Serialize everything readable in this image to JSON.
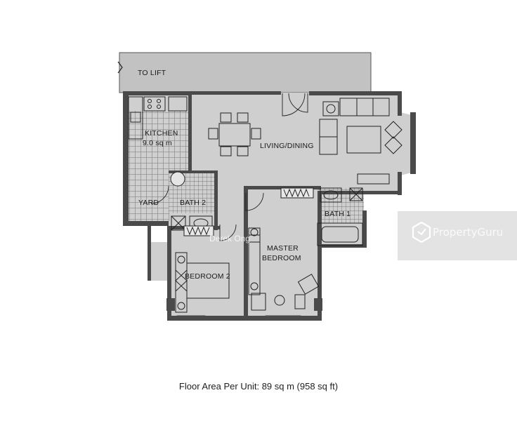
{
  "plan": {
    "rooms": {
      "to_lift": "TO LIFT",
      "kitchen": "KITCHEN",
      "kitchen_area": "9.0 sq m",
      "living_dining": "LIVING/DINING",
      "yard": "YARD",
      "bath2": "BATH 2",
      "bath1": "BATH 1",
      "master_line1": "MASTER",
      "master_line2": "BEDROOM",
      "bedroom2": "BEDROOM 2"
    },
    "watermark": {
      "credit": "Derek Ong",
      "brand": "PropertyGuru"
    }
  },
  "caption": "Floor Area Per Unit: 89 sq m (958 sq ft)",
  "colors": {
    "floor": "#cfcfcf",
    "corridor": "#c2c2c2",
    "wall": "#4a4a4a",
    "tile_line": "#5a5a5a"
  }
}
